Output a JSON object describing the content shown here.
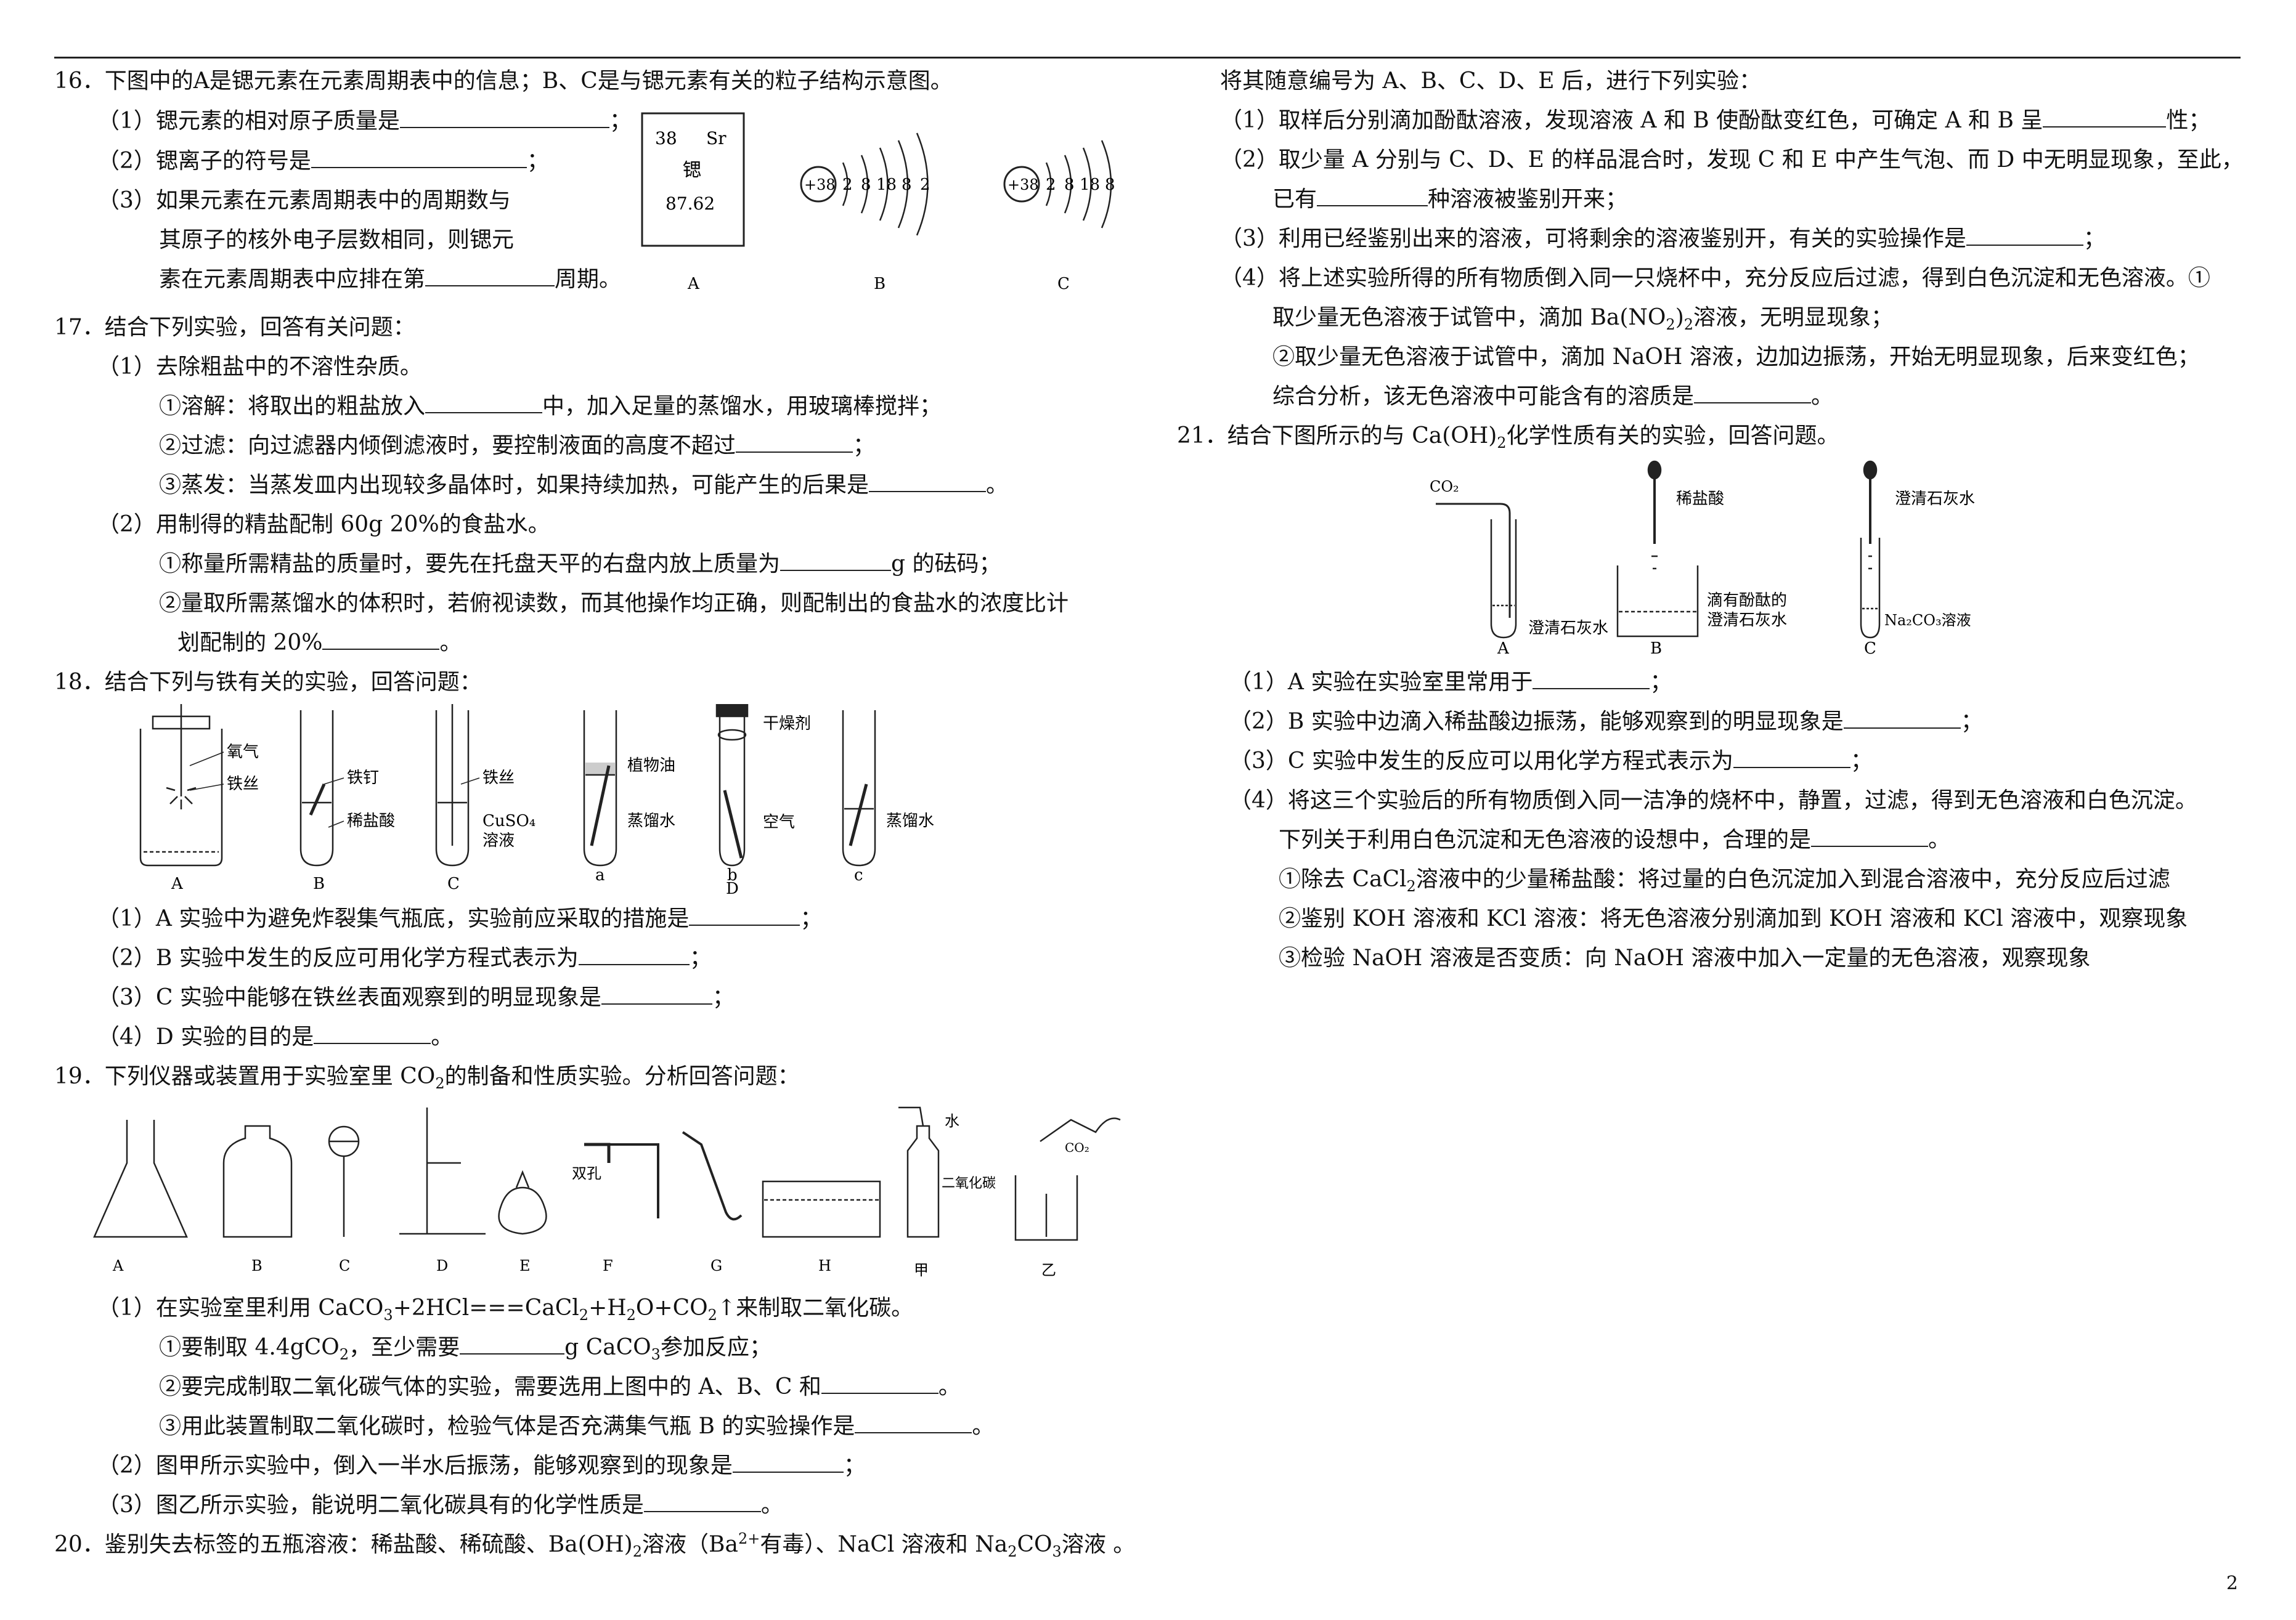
{
  "page_number": "2",
  "q16": {
    "stem": "16．下图中的A是锶元素在元素周期表中的信息；B、C是与锶元素有关的粒子结构示意图。",
    "p1": "（1）锶元素的相对原子质量是",
    "p1_end": "；",
    "p2": "（2）锶离子的符号是",
    "p2_end": "；",
    "p3a": "（3）如果元素在元素周期表中的周期数与",
    "p3b": "其原子的核外电子层数相同，则锶元",
    "p3c": "素在元素周期表中应排在第",
    "p3c_end": "周期。",
    "tile": {
      "number": "38",
      "symbol": "Sr",
      "name": "锶",
      "mass": "87.62"
    },
    "atom_b": {
      "nucleus": "+38",
      "shells": [
        "2",
        "8",
        "18",
        "8",
        "2"
      ]
    },
    "atom_c": {
      "nucleus": "+38",
      "shells": [
        "2",
        "8",
        "18",
        "8"
      ]
    },
    "labels": [
      "A",
      "B",
      "C"
    ]
  },
  "q17": {
    "stem": "17．结合下列实验，回答有关问题：",
    "p1": "（1）去除粗盐中的不溶性杂质。",
    "s1a": "①溶解：将取出的粗盐放入",
    "s1b": "中，加入足量的蒸馏水，用玻璃棒搅拌；",
    "s2a": "②过滤：向过滤器内倾倒滤液时，要控制液面的高度不超过",
    "s2b": "；",
    "s3a": "③蒸发：当蒸发皿内出现较多晶体时，如果持续加热，可能产生的后果是",
    "s3b": "。",
    "p2": "（2）用制得的精盐配制 60g 20%的食盐水。",
    "s4a": "①称量所需精盐的质量时，要先在托盘天平的右盘内放上质量为",
    "s4b": "g 的砝码；",
    "s5a": "②量取所需蒸馏水的体积时，若俯视读数，而其他操作均正确，则配制出的食盐水的浓度比计",
    "s5b": "划配制的 20%",
    "s5c": "。"
  },
  "q18": {
    "stem": "18．结合下列与铁有关的实验，回答问题：",
    "fig": {
      "a_oxygen": "氧气",
      "a_wire": "铁丝",
      "a": "A",
      "b_nail": "铁钉",
      "b_acid": "稀盐酸",
      "b": "B",
      "c_wire": "铁丝",
      "c_sol1": "CuSO₄",
      "c_sol2": "溶液",
      "c": "C",
      "d_oil": "植物油",
      "d_water": "蒸馏水",
      "d_desiccant": "干燥剂",
      "d_air": "空气",
      "d_water2": "蒸馏水",
      "d_a": "a",
      "d_b": "b",
      "d_c": "c",
      "d": "D"
    },
    "p1a": "（1）A 实验中为避免炸裂集气瓶底，实验前应采取的措施是",
    "p1b": "；",
    "p2a": "（2）B 实验中发生的反应可用化学方程式表示为",
    "p2b": "；",
    "p3a": "（3）C 实验中能够在铁丝表面观察到的明显现象是",
    "p3b": "；",
    "p4a": "（4）D 实验的目的是",
    "p4b": "。"
  },
  "q19": {
    "stem_a": "19．下列仪器或装置用于实验室里 CO",
    "stem_sub": "2",
    "stem_b": "的制备和性质实验。分析回答问题：",
    "fig": {
      "labels": [
        "A",
        "B",
        "C",
        "D",
        "E",
        "F",
        "G",
        "H",
        "甲",
        "乙"
      ],
      "double_hole": "双孔",
      "water": "水",
      "co2_text": "二氧化碳",
      "co2": "CO₂"
    },
    "p1a": "（1）在实验室里利用 CaCO",
    "p1b": "+2HCl===CaCl",
    "p1c": "+H",
    "p1d": "O+CO",
    "p1e": "↑来制取二氧化碳。",
    "s1a": "①要制取 4.4gCO",
    "s1b": "，至少需要",
    "s1c": "g CaCO",
    "s1d": "参加反应；",
    "s2a": "②要完成制取二氧化碳气体的实验，需要选用上图中的 A、B、C 和",
    "s2b": "。",
    "s3a": "③用此装置制取二氧化碳时，检验气体是否充满集气瓶 B 的实验操作是",
    "s3b": "。",
    "p2a": "（2）图甲所示实验中，倒入一半水后振荡，能够观察到的现象是",
    "p2b": "；",
    "p3a": "（3）图乙所示实验，能说明二氧化碳具有的化学性质是",
    "p3b": "。",
    "sub2": "2",
    "sub3": "3"
  },
  "q20": {
    "stem_a": "20．鉴别失去标签的五瓶溶液：稀盐酸、稀硫酸、Ba(OH)",
    "stem_b": "溶液（Ba",
    "stem_sup": "2+",
    "stem_c": "有毒）、NaCl 溶液和 Na",
    "stem_d": "CO",
    "stem_e": "溶液 。",
    "cont": "将其随意编号为 A、B、C、D、E 后，进行下列实验：",
    "p1a": "（1）取样后分别滴加酚酞溶液，发现溶液 A 和 B 使酚酞变红色，可确定 A 和 B 呈",
    "p1b": "性；",
    "p2a": "（2）取少量 A 分别与 C、D、E 的样品混合时，发现 C 和 E 中产生气泡、而 D 中无明显现象，至此，",
    "p2b": "已有",
    "p2c": "种溶液被鉴别开来；",
    "p3a": "（3）利用已经鉴别出来的溶液，可将剩余的溶液鉴别开，有关的实验操作是",
    "p3b": "；",
    "p4a": "（4）将上述实验所得的所有物质倒入同一只烧杯中，充分反应后过滤，得到白色沉淀和无色溶液。①",
    "p4b": "取少量无色溶液于试管中，滴加 Ba(NO",
    "p4c": ")",
    "p4d": "溶液，无明显现象；",
    "p4e": "②取少量无色溶液于试管中，滴加 NaOH 溶液，边加边振荡，开始无明显现象，后来变红色；",
    "p4f": "综合分析，该无色溶液中可能含有的溶质是",
    "p4g": "。"
  },
  "q21": {
    "stem_a": "21．结合下图所示的与 Ca(OH)",
    "stem_b": "化学性质有关的实验，回答问题。",
    "fig": {
      "co2": "CO₂",
      "a_limewater": "澄清石灰水",
      "a": "A",
      "b_acid": "稀盐酸",
      "b_sol1": "滴有酚酞的",
      "b_sol2": "澄清石灰水",
      "b": "B",
      "c_limewater": "澄清石灰水",
      "c_sol": "Na₂CO₃溶液",
      "c": "C"
    },
    "p1a": "（1）A 实验在实验室里常用于",
    "p1b": "；",
    "p2a": "（2）B 实验中边滴入稀盐酸边振荡，能够观察到的明显现象是",
    "p2b": "；",
    "p3a": "（3）C 实验中发生的反应可以用化学方程式表示为",
    "p3b": "；",
    "p4a": "（4）将这三个实验后的所有物质倒入同一洁净的烧杯中，静置，过滤，得到无色溶液和白色沉淀。",
    "p4b": "下列关于利用白色沉淀和无色溶液的设想中，合理的是",
    "p4c": "。",
    "o1a": "①除去 CaCl",
    "o1b": "溶液中的少量稀盐酸：将过量的白色沉淀加入到混合溶液中，充分反应后过滤",
    "o2": "②鉴别 KOH 溶液和 KCl 溶液：将无色溶液分别滴加到 KOH 溶液和 KCl 溶液中，观察现象",
    "o3": "③检验 NaOH 溶液是否变质：向 NaOH 溶液中加入一定量的无色溶液，观察现象",
    "sub2": "2"
  }
}
